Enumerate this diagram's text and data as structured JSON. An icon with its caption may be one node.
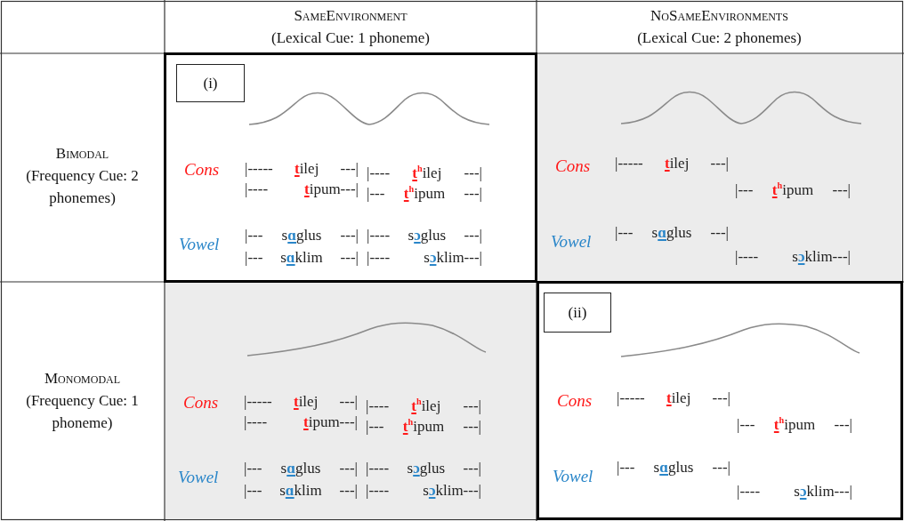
{
  "diagram": {
    "nodes": [
      {
        "text": [
          "Cons",
          "|----- **t**ilej ---|",
          "|---- **t**$^{h}$ilej ---|",
          "|---- **t**ipum---|",
          "|--- **t**$^{h}$ipum ---|",
          "Vowel",
          "|--- s**ɑ**glus ---|",
          "|---- s**ɔ**glus ---|",
          "|--- s**ɑ**klim ---|",
          "|---- s**ɔ**klim---|"
        ]
      },
      {
        "text": [
          "(i)"
        ],
        "in": 0
      },
      {
        "text": [
          "Cons",
          "|----- **t**ilej ---|",
          "|--- **t**$^{h}$ipum ---|",
          "Vowel",
          "|--- s**ɑ**glus ---|",
          "|---- s**ɔ**klim---|"
        ]
      },
      {
        "text": [
          "Cons",
          "|----- **t**ilej ---|",
          "|---- **t**$^{h}$ilej ---|",
          "|---- **t**ipum---|",
          "|--- **t**$^{h}$ipum ---|",
          "Vowel",
          "|--- s**ɑ**glus ---|",
          "|---- s**ɔ**glus ---|",
          "|--- s**ɑ**klim ---|",
          "|---- s**ɔ**klim---|"
        ]
      },
      {
        "text": [
          "Cons",
          "|----- **t**ilej ---|",
          "|--- **t**$^{h}$ipum ---|",
          "Vowel",
          "|--- s**ɑ**glus ---|",
          "|---- s**ɔ**klim---|"
        ]
      },
      {
        "text": [
          "(ii)"
        ],
        "in": 4
      }
    ],
    "labels": [
      "SameEnvironment",
      "(Lexical Cue: 1 phoneme)",
      "NoSameEnvironments",
      "(Lexical Cue: 2 phonemes)",
      "Bimodal",
      "(Frequency Cue: 2 phonemes)",
      "Monomodal",
      "(Frequency Cue: 1 phoneme)"
    ]
  }
}
